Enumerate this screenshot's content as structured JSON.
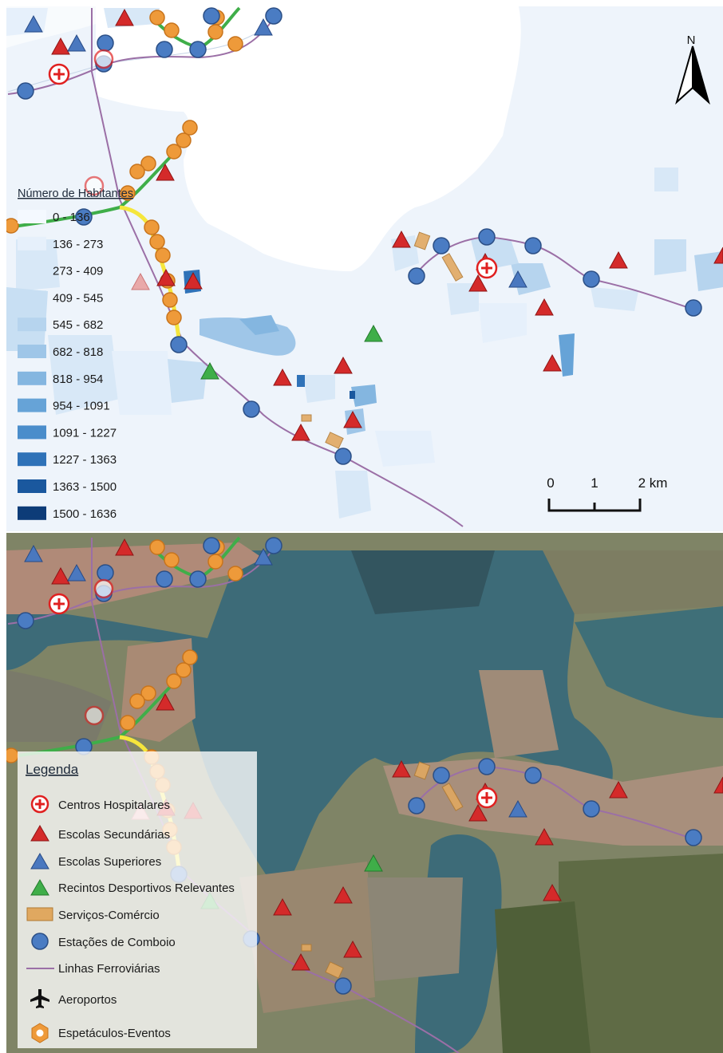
{
  "population_legend": {
    "title": "Número de Habitantes",
    "classes": [
      {
        "range": "0 - 136",
        "color": "#f4f9ff"
      },
      {
        "range": "136 - 273",
        "color": "#e6f0fb"
      },
      {
        "range": "273 - 409",
        "color": "#d8e8f7"
      },
      {
        "range": "409 - 545",
        "color": "#c8dff3"
      },
      {
        "range": "545 - 682",
        "color": "#b6d4ee"
      },
      {
        "range": "682 - 818",
        "color": "#9fc6e8"
      },
      {
        "range": "818 - 954",
        "color": "#84b6e0"
      },
      {
        "range": "954 - 1091",
        "color": "#66a3d7"
      },
      {
        "range": "1091 - 1227",
        "color": "#4a8dcb"
      },
      {
        "range": "1227 - 1363",
        "color": "#2f72b8"
      },
      {
        "range": "1363 - 1500",
        "color": "#1a589e"
      },
      {
        "range": "1500 - 1636",
        "color": "#0d3c78"
      }
    ]
  },
  "scale_bar": {
    "ticks": [
      "0",
      "1",
      "2 km"
    ]
  },
  "north_arrow": {
    "label": "N",
    "icon": "north-arrow-icon"
  },
  "legend": {
    "title": "Legenda",
    "items": [
      {
        "label": "Centros Hospitalares",
        "icon": "hospital-icon"
      },
      {
        "label": "Escolas Secundárias",
        "icon": "red-triangle-icon"
      },
      {
        "label": "Escolas Superiores",
        "icon": "blue-triangle-icon"
      },
      {
        "label": "Recintos Desportivos Relevantes",
        "icon": "green-triangle-icon"
      },
      {
        "label": "Serviços-Comércio",
        "icon": "commerce-area-icon"
      },
      {
        "label": "Estações de Comboio",
        "icon": "train-station-icon"
      },
      {
        "label": "Linhas Ferroviárias",
        "icon": "railway-line-icon"
      },
      {
        "label": "Aeroportos",
        "icon": "airplane-icon"
      },
      {
        "label": "Espetáculos-Eventos",
        "icon": "events-icon"
      }
    ]
  },
  "colors": {
    "hospital": "#e02020",
    "secondary_school": "#d42a2a",
    "higher_school": "#4a78bf",
    "sports": "#3fae49",
    "commerce": "#e0a860",
    "station": "#4a7cc3",
    "railway": "#9b6fa6",
    "route_green": "#3fae49",
    "route_yellow": "#f5e63c",
    "events": "#ee9a3a",
    "water_sat": "#3d6b78",
    "land_sat": "#8b8f6e"
  }
}
